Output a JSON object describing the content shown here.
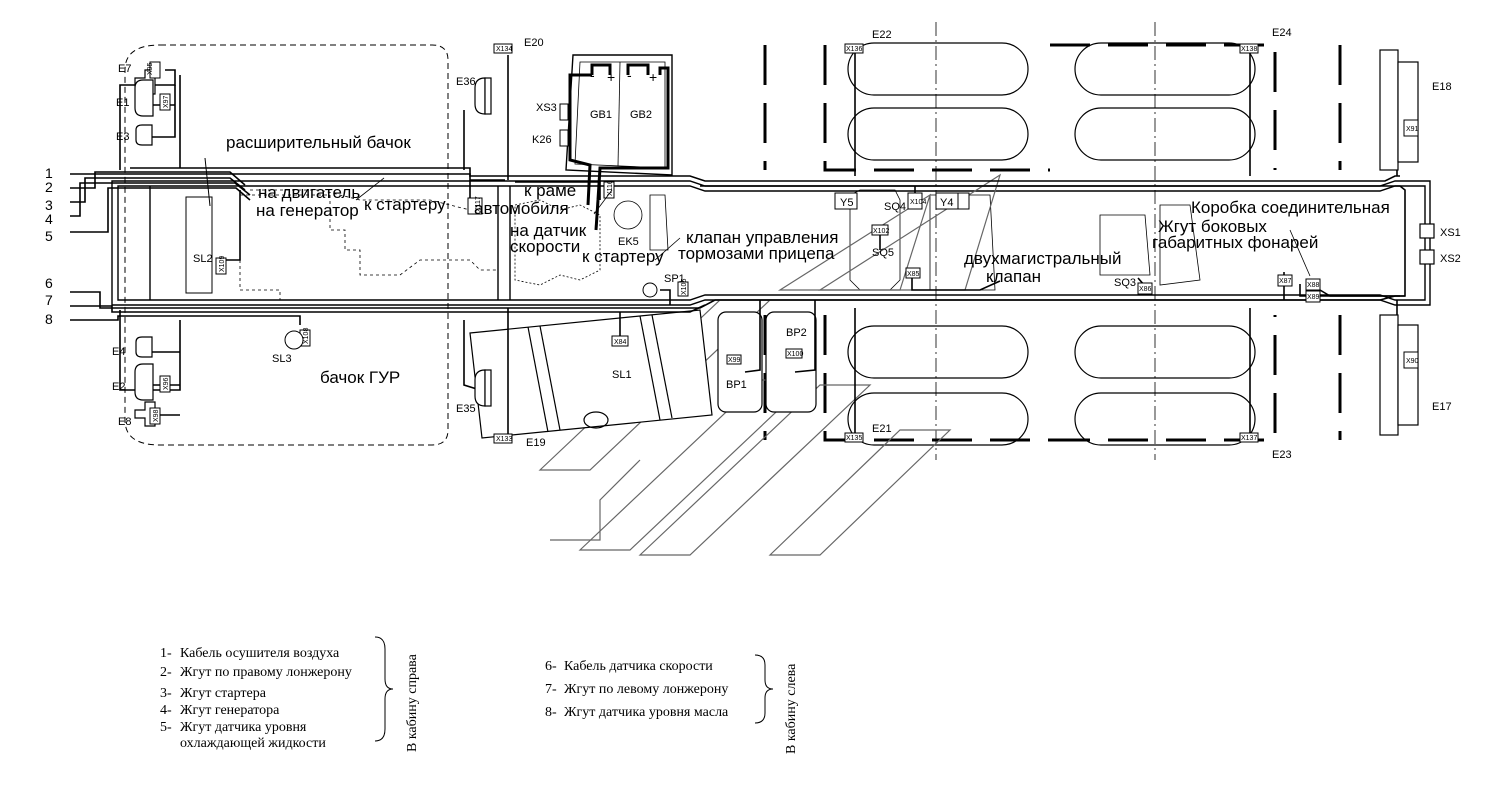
{
  "harness_numbers": [
    "1",
    "2",
    "3",
    "4",
    "5",
    "6",
    "7",
    "8"
  ],
  "annotations": {
    "expansion_tank": "расширительный бачок",
    "to_engine": "на двигатель",
    "to_generator": "на генератор",
    "to_starter_1": "к стартеру",
    "to_frame_1": "к раме",
    "to_frame_2": "автомобиля",
    "to_speed_sensor_1": "на датчик",
    "to_speed_sensor_2": "скорости",
    "to_starter_2": "к стартеру",
    "trailer_valve_1": "клапан управления",
    "trailer_valve_2": "тормозами прицепа",
    "dual_valve_1": "двухмагистральный",
    "dual_valve_2": "клапан",
    "junction_box": "Коробка соединительная",
    "side_lamps_1": "Жгут боковых",
    "side_lamps_2": "габаритных фонарей",
    "power_steering_tank": "бачок ГУР"
  },
  "components": {
    "E1": "E1",
    "E2": "E2",
    "E3": "E3",
    "E4": "E4",
    "E7": "E7",
    "E8": "E8",
    "E17": "E17",
    "E18": "E18",
    "E19": "E19",
    "E20": "E20",
    "E21": "E21",
    "E22": "E22",
    "E23": "E23",
    "E24": "E24",
    "E35": "E35",
    "E36": "E36",
    "XS1": "XS1",
    "XS2": "XS2",
    "XS3": "XS3",
    "K26": "K26",
    "GB1": "GB1",
    "GB2": "GB2",
    "SL1": "SL1",
    "SL2": "SL2",
    "SL3": "SL3",
    "SQ3": "SQ3",
    "SQ4": "SQ4",
    "SQ5": "SQ5",
    "SP1": "SP1",
    "Y4": "Y4",
    "Y5": "Y5",
    "EK5": "EK5",
    "BP1": "BP1",
    "BP2": "BP2"
  },
  "connectors": {
    "X84": "X84",
    "X85": "X85",
    "X86": "X86",
    "X87": "X87",
    "X88": "X88",
    "X89": "X89",
    "X90": "X90",
    "X91": "X91",
    "X99": "X99",
    "X100": "X100",
    "X102": "X102",
    "X104": "X104",
    "X105": "X105",
    "X116": "X116",
    "X133": "X133",
    "X134": "X134",
    "X135": "X135",
    "X136": "X136",
    "X137": "X137",
    "X138": "X138",
    "X109": "X109",
    "X95": "X95",
    "X96": "X96",
    "X97": "X97",
    "X98": "X98",
    "X108": "X108",
    "X117": "X117"
  },
  "battery_polarity": {
    "minus": "-",
    "plus": "+"
  },
  "legend_right": {
    "items": [
      {
        "num": "1-",
        "text": "Кабель осушителя воздуха"
      },
      {
        "num": "2-",
        "text": "Жгут по правому лонжерону"
      },
      {
        "num": "3-",
        "text": "Жгут стартера"
      },
      {
        "num": "4-",
        "text": "Жгут генератора"
      },
      {
        "num": "5-",
        "text": "Жгут датчика уровня"
      }
    ],
    "item5_cont": "охлаждающей жидкости",
    "side_label": "В кабину справа"
  },
  "legend_left": {
    "items": [
      {
        "num": "6-",
        "text": "Кабель датчика скорости"
      },
      {
        "num": "7-",
        "text": "Жгут по левому лонжерону"
      },
      {
        "num": "8-",
        "text": "Жгут датчика уровня масла"
      }
    ],
    "side_label": "В кабину слева"
  }
}
